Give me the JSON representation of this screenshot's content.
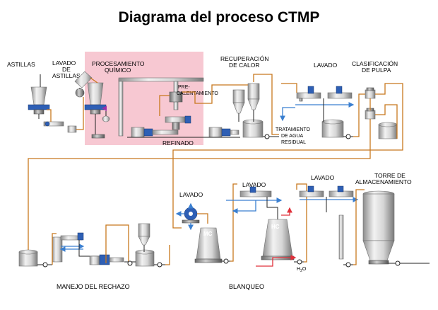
{
  "title": "Diagrama del proceso CTMP",
  "colors": {
    "chemical_zone": "#f7c8d2",
    "fiber_line": "#c8781e",
    "water_line": "#3a7fd0",
    "chemical_line": "#e0303a",
    "equipment_blue": "#2e5fb5"
  },
  "labels": {
    "astillas": "ASTILLAS",
    "lavado_astillas_1": "LAVADO",
    "lavado_astillas_2": "DE",
    "lavado_astillas_3": "ASTILLAS",
    "procesamiento_1": "PROCESAMIENTO",
    "procesamiento_2": "QUÍMICO",
    "precalentamiento_1": "PRE-",
    "precalentamiento_2": "CALENTAMIENTO",
    "refinado": "REFINADO",
    "recuperacion_1": "RECUPERACIÓN",
    "recuperacion_2": "DE CALOR",
    "lavado_top": "LAVADO",
    "clasificacion_1": "CLASIFICACIÓN",
    "clasificacion_2": "DE PULPA",
    "tratamiento_1": "TRATAMIENTO",
    "tratamiento_2": "DE AGUA",
    "tratamiento_3": "RESIDUAL",
    "lavado_mid_left": "LAVADO",
    "lavado_mid_center": "LAVADO",
    "lavado_mid_right": "LAVADO",
    "torre_1": "TORRE DE",
    "torre_2": "ALMACENAMIENTO",
    "mc": "MC",
    "hc": "HC",
    "h2o": "H",
    "h2o_sub": "2",
    "h2o_end": "O",
    "manejo_rechazo": "MANEJO DEL RECHAZO",
    "blanqueo": "BLANQUEO"
  }
}
